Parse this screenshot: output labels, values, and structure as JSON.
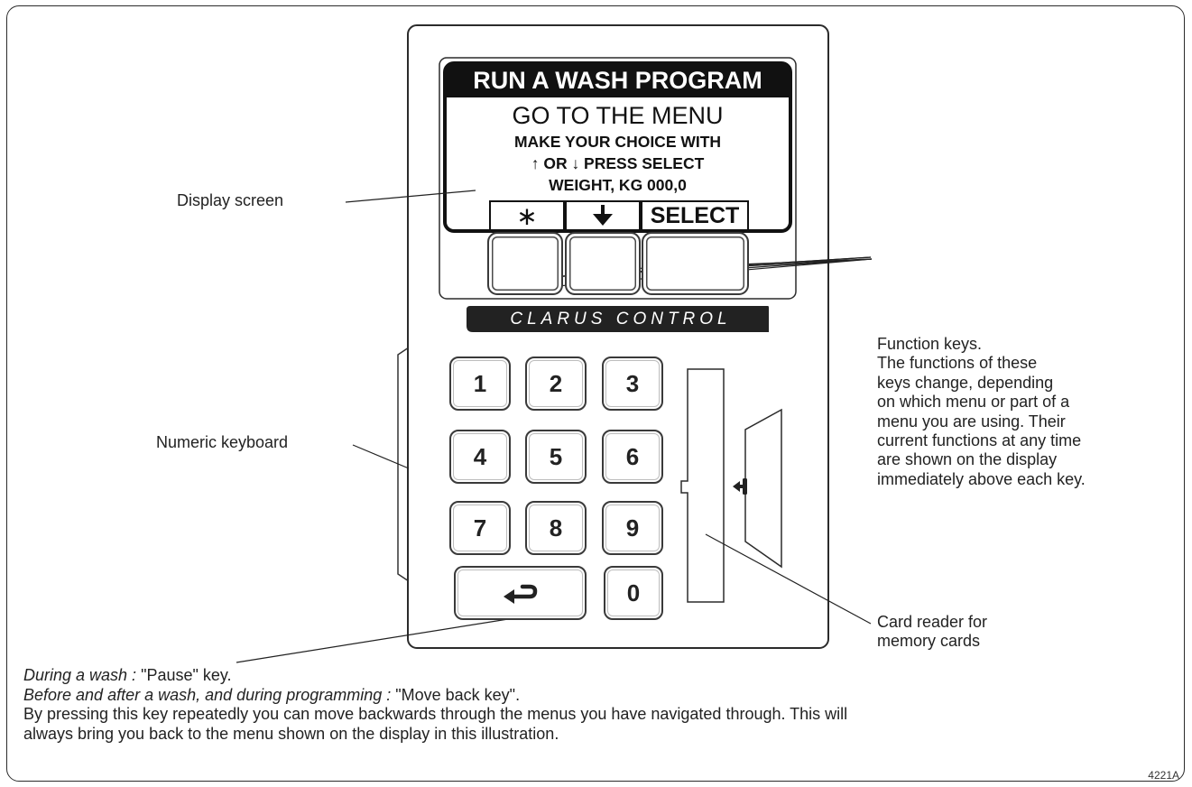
{
  "display": {
    "title": "RUN A WASH PROGRAM",
    "line1": "GO TO THE MENU",
    "line2": "MAKE YOUR CHOICE WITH",
    "line3": "↑ OR ↓ PRESS SELECT",
    "line4": "WEIGHT, KG 000,0",
    "softkeys": [
      "∗",
      "",
      "SELECT"
    ]
  },
  "brand": "CLARUS CONTROL",
  "keypad": {
    "keys": [
      "1",
      "2",
      "3",
      "4",
      "5",
      "6",
      "7",
      "8",
      "9",
      "0"
    ]
  },
  "callouts": {
    "display_screen": "Display screen",
    "numeric_keyboard": "Numeric keyboard",
    "function_keys": [
      "Function keys.",
      "The functions of these",
      "keys change, depending",
      "on which menu or part of a",
      "menu you are using. Their",
      "current functions at any time",
      "are shown on the display",
      "immediately above each key."
    ],
    "card_reader": [
      "Card reader for",
      "memory cards"
    ]
  },
  "notes": {
    "line1_em": "During a wash :",
    "line1_rest": " \"Pause\" key.",
    "line2_em": "Before and after a wash, and during programming :",
    "line2_rest": " \"Move back key\".",
    "line3": "By pressing this key repeatedly you can move backwards through the menus you have navigated through. This will",
    "line4": "always bring you back to the menu shown on the display in this illustration."
  },
  "figure_ref": "4221A"
}
